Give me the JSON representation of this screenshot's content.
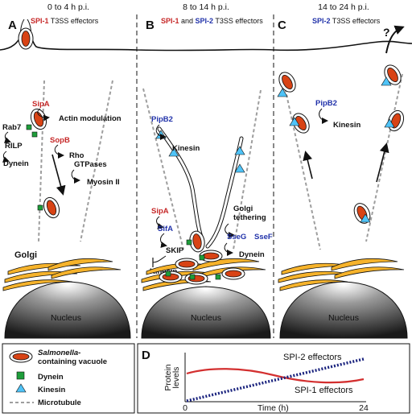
{
  "panels": {
    "A": {
      "letter": "A",
      "time": "0 to 4 h p.i.",
      "effector_name": "SPI-1",
      "effector_suffix": " T3SS effectors",
      "labels": {
        "sipa": "SipA",
        "actin": "Actin modulation",
        "rab7": "Rab7",
        "rilp": "RILP",
        "dynein": "Dynein",
        "sopb": "SopB",
        "rho": "Rho",
        "gtpases": "GTPases",
        "myosin": "Myosin II",
        "golgi": "Golgi",
        "nucleus": "Nucleus"
      }
    },
    "B": {
      "letter": "B",
      "time": "8 to 14 h p.i.",
      "eff1": "SPI-1",
      "and": " and ",
      "eff2": "SPI-2",
      "effector_suffix": " T3SS effectors",
      "labels": {
        "pipb2": "PipB2",
        "kinesin": "Kinesin",
        "sipa": "SipA",
        "sifa": "SifA",
        "skip": "SKIP",
        "kinesin2": "Kinesin",
        "golgi_tethering_1": "Golgi",
        "golgi_tethering_2": "tethering",
        "sseg": "SseG",
        "ssef": "SseF",
        "dynein": "Dynein",
        "nucleus": "Nucleus"
      }
    },
    "C": {
      "letter": "C",
      "time": "14 to 24 h p.i.",
      "effector_name": "SPI-2",
      "effector_suffix": " T3SS effectors",
      "labels": {
        "pipb2": "PipB2",
        "kinesin": "Kinesin",
        "question": "?",
        "nucleus": "Nucleus"
      }
    }
  },
  "legend": {
    "scv_1": "Salmonella-",
    "scv_2": "containing vacuole",
    "dynein": "Dynein",
    "kinesin": "Kinesin",
    "microtubule": "Microtubule"
  },
  "panel_d": {
    "letter": "D",
    "ylabel_1": "Protein",
    "ylabel_2": "levels",
    "xlabel": "Time (h)",
    "x_start": "0",
    "x_end": "24",
    "spi2_label": "SPI-2 effectors",
    "spi1_label": "SPI-1 effectors"
  },
  "colors": {
    "spi1": "#c62828",
    "spi2": "#2233aa",
    "bacterium": "#d84315",
    "dynein": "#1e9e3a",
    "kinesin": "#4fc3f7",
    "golgi": "#f6b32b",
    "microtubule": "#9e9e9e"
  }
}
